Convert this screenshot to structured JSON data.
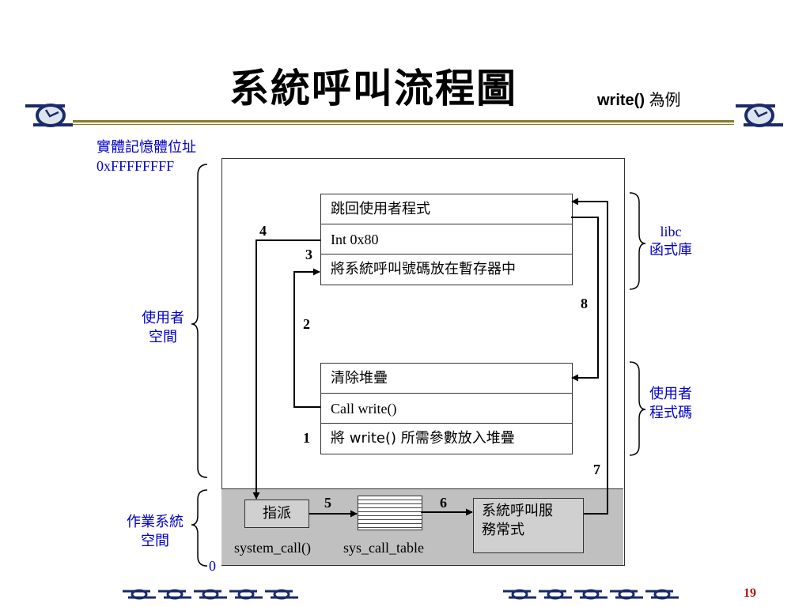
{
  "title": "系統呼叫流程圖",
  "subtitle_code": "write()",
  "subtitle_cjk": "為例",
  "left_labels": {
    "phys_addr": "實體記憶體位址",
    "top_addr": "0xFFFFFFFF",
    "user_space_1": "使用者",
    "user_space_2": "空間",
    "os_space_1": "作業系統",
    "os_space_2": "空間",
    "zero_addr": "0"
  },
  "right_labels": {
    "libc_1": "libc",
    "libc_2": "函式庫",
    "user_code_1": "使用者",
    "user_code_2": "程式碼"
  },
  "libc_stack": [
    "跳回使用者程式",
    "Int 0x80",
    "將系統呼叫號碼放在暫存器中"
  ],
  "user_stack": [
    "清除堆疊",
    "Call write()",
    "將 write() 所需參數放入堆疊"
  ],
  "os": {
    "dispatch": "指派",
    "dispatch_label": "system_call()",
    "table_label": "sys_call_table",
    "service_1": "系統呼叫服",
    "service_2": "務常式"
  },
  "steps": [
    "1",
    "2",
    "3",
    "4",
    "5",
    "6",
    "7",
    "8"
  ],
  "page_number": "19",
  "colors": {
    "accent_line": "#8a7a2a",
    "label_blue": "#0000cc",
    "os_band": "#c0c0c0",
    "page_number": "#b01010"
  }
}
